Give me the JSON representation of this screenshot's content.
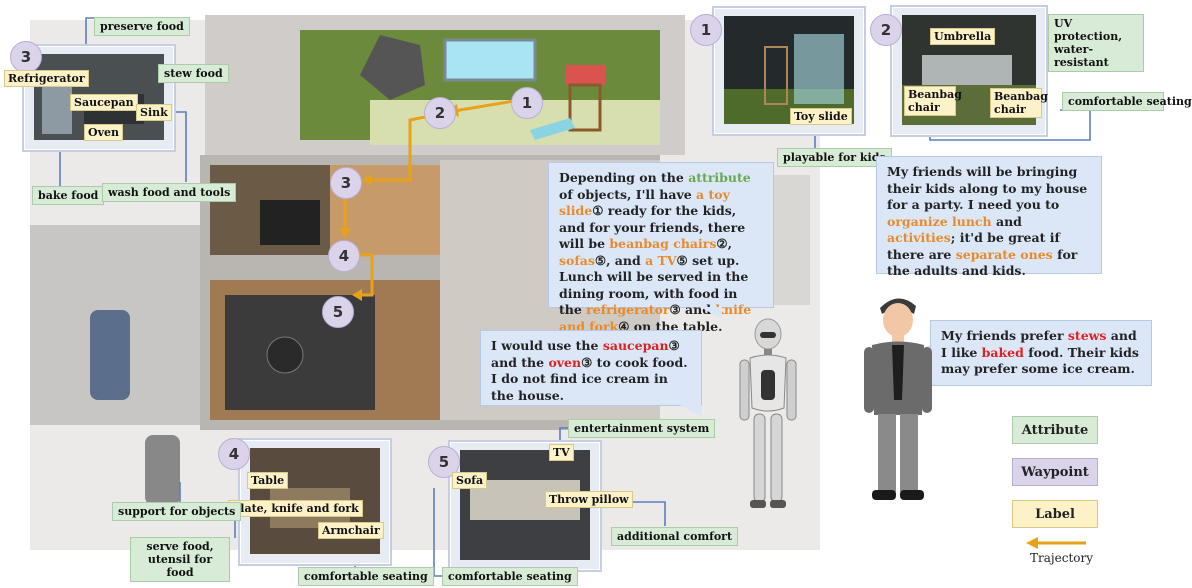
{
  "legend": {
    "attribute": "Attribute",
    "waypoint": "Waypoint",
    "label": "Label",
    "trajectory": "Trajectory"
  },
  "waypoints": [
    "1",
    "2",
    "3",
    "4",
    "5"
  ],
  "panels": {
    "refrigerator": {
      "number": "3",
      "labels": {
        "refrigerator": "Refrigerator",
        "saucepan": "Saucepan",
        "sink": "Sink",
        "oven": "Oven"
      },
      "attributes": {
        "preserve": "preserve food",
        "stew": "stew food",
        "bake": "bake food",
        "wash": "wash food and tools"
      }
    },
    "toy_slide": {
      "number": "1",
      "labels": {
        "toy_slide": "Toy slide"
      },
      "attributes": {
        "playable": "playable for kids"
      }
    },
    "umbrella": {
      "number": "2",
      "labels": {
        "umbrella": "Umbrella",
        "beanbag1": "Beanbag chair",
        "beanbag2": "Beanbag chair"
      },
      "attributes": {
        "uv": "UV protection, water-resistant",
        "comfortable": "comfortable seating"
      }
    },
    "dining": {
      "number": "4",
      "labels": {
        "table": "Table",
        "plate": "Plate, knife and fork",
        "armchair": "Armchair"
      },
      "attributes": {
        "support": "support for objects",
        "serve": "serve food, utensil for food",
        "comfortable": "comfortable seating"
      }
    },
    "living": {
      "number": "5",
      "labels": {
        "tv": "TV",
        "sofa": "Sofa",
        "pillow": "Throw pillow"
      },
      "attributes": {
        "entertainment": "entertainment system",
        "comfort": "additional comfort",
        "comfortable": "comfortable seating"
      }
    }
  },
  "robot_bubble_1": {
    "p1": "Depending on the ",
    "p2": "attribute",
    "p3": " of objects, I'll have ",
    "p4": "a toy slide",
    "p5": "① ready for the kids, and for your friends, there will be ",
    "p6": "beanbag chairs",
    "p7": "②, ",
    "p8": "sofas",
    "p9": "⑤, and ",
    "p10": "a TV",
    "p11": "⑤ set up. Lunch will be served in the dining room, with food in the ",
    "p12": "refrigerator",
    "p13": "③ and ",
    "p14": "knife and fork",
    "p15": "④ on the table."
  },
  "robot_bubble_2": {
    "p1": "I would use the ",
    "p2": "saucepan",
    "p3": "③ and the ",
    "p4": "oven",
    "p5": "③ to cook food. I do not find ice cream in the house."
  },
  "user_bubble_1": {
    "p1": "My friends will be bringing their kids along to my house for a party. I need you to ",
    "p2": "organize lunch",
    "p3": " and ",
    "p4": "activities",
    "p5": "; it'd be great if there are ",
    "p6": "separate ones",
    "p7": " for the adults and kids."
  },
  "user_bubble_2": {
    "p1": "My friends prefer ",
    "p2": "stews",
    "p3": " and I like ",
    "p4": "baked",
    "p5": " food. Their kids may prefer some ice cream."
  },
  "colors": {
    "attribute": "#d7ebd7",
    "waypoint": "#dbd3ea",
    "label": "#fdf1c8",
    "trajectory": "#e8a11a",
    "bubble": "#dbe7f7",
    "connector": "#5b7fbf"
  }
}
